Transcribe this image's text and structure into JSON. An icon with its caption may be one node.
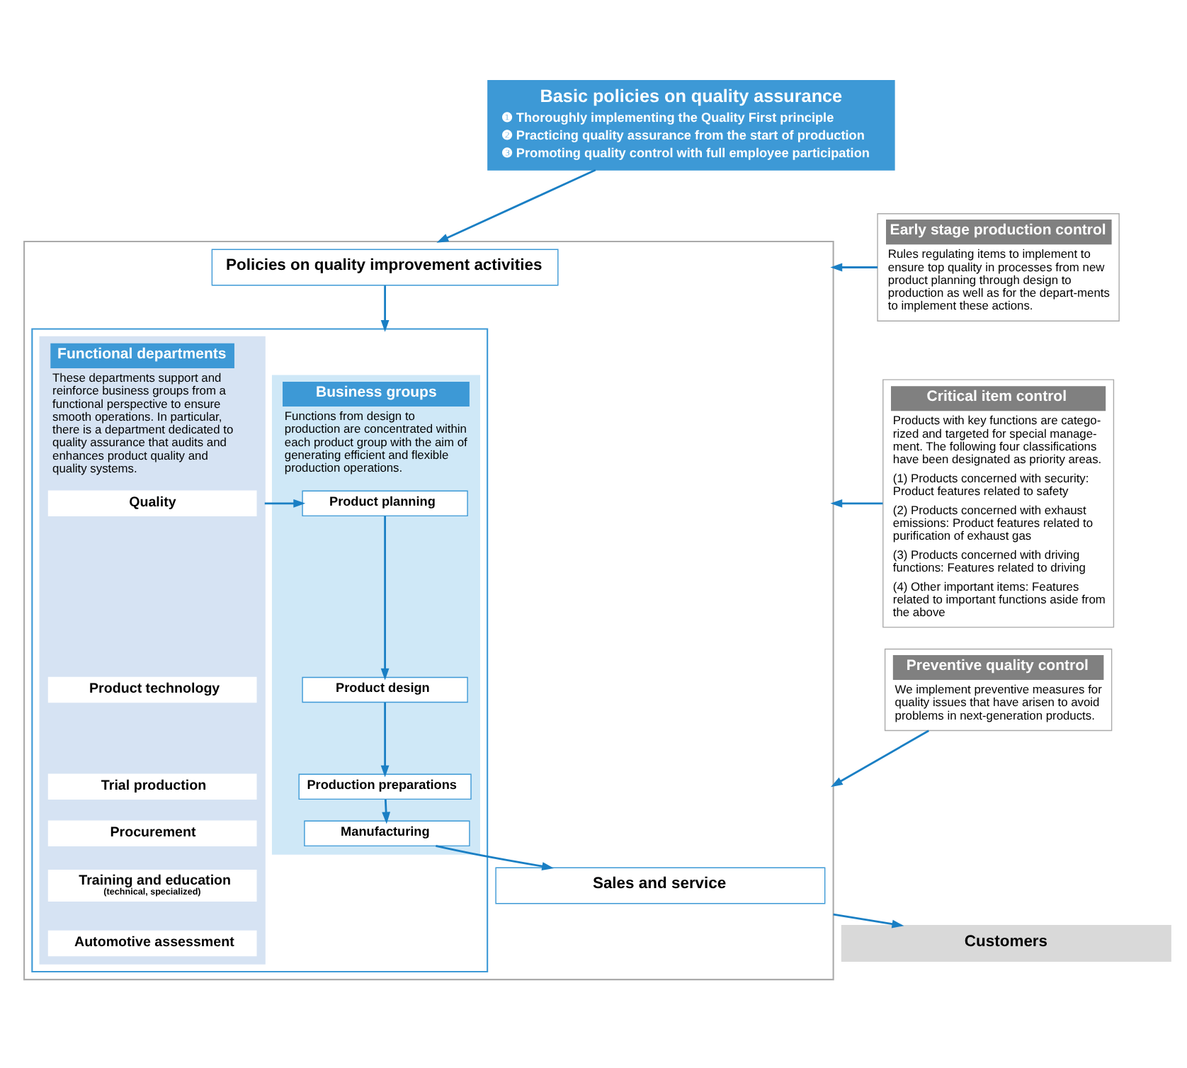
{
  "diagram": {
    "nodes": [
      {
        "text": [
          "Basic policies on quality assurance",
          "❶ Thoroughly implementing the Quality First principle",
          "❷ Practicing quality assurance from the start of production",
          "❸ Promoting quality control with full employee participation"
        ]
      },
      {
        "text": [
          "Early stage production control",
          "Rules regulating items to implement to ensure top quality in processes from new product planning through design to production as well as for the depart-ments to implement these actions."
        ]
      },
      {
        "text": [
          "Critical item control",
          "Products with key functions are catego-rized and targeted for special manage-ment. The following four classifications have been designated as priority areas.",
          "(1) Products concerned with security: Product features related to safety",
          "(2) Products concerned with exhaust emissions: Product features related to purification of exhaust gas",
          "(3) Products concerned with driving functions: Features related to driving",
          "(4) Other important items: Features related to important functions aside from the above"
        ]
      },
      {
        "text": [
          "Preventive quality control",
          "We implement preventive measures for quality issues that have arisen to avoid problems in next-generation products."
        ]
      },
      {
        "text": [],
        "shape": "box"
      },
      {
        "text": [
          "Policies on quality improvement activities"
        ],
        "in": 4
      },
      {
        "text": [],
        "shape": "box",
        "in": 4
      },
      {
        "text": [
          "Business groups",
          "Functions from design to production are concentrated within each product group with the aim of generating efficient and flexible production operations."
        ],
        "in": 6
      },
      {
        "text": [
          "Product planning"
        ],
        "in": 7
      },
      {
        "text": [
          "Product design"
        ],
        "in": 7
      },
      {
        "text": [
          "Production preparations"
        ],
        "in": 7
      },
      {
        "text": [
          "Manufacturing"
        ],
        "in": 7
      },
      {
        "text": [
          "Functional departments",
          "These departments support and reinforce business groups from a functional perspective to ensure smooth operations. In particular, there is a department dedicated to quality assurance that audits and enhances product quality and quality systems."
        ],
        "in": 6
      },
      {
        "text": [
          "Quality"
        ],
        "in": 12
      },
      {
        "text": [
          "Product technology"
        ],
        "in": 12
      },
      {
        "text": [
          "Trial production"
        ],
        "in": 12
      },
      {
        "text": [
          "Procurement"
        ],
        "in": 12
      },
      {
        "text": [
          "Training and education",
          "(technical, specialized)"
        ],
        "in": 12
      },
      {
        "text": [
          "Automotive assessment"
        ],
        "in": 12
      },
      {
        "text": [
          "Sales and service"
        ],
        "in": 4
      },
      {
        "text": [
          "Customers"
        ]
      }
    ],
    "edges": [
      {
        "from": 0,
        "to": 4,
        "arrow": "to"
      },
      {
        "from": 1,
        "to": 4,
        "arrow": "to"
      },
      {
        "from": 2,
        "to": 4,
        "arrow": "to"
      },
      {
        "from": 3,
        "to": 4,
        "arrow": "to"
      },
      {
        "from": 5,
        "to": 6,
        "arrow": "to"
      },
      {
        "from": 12,
        "to": 8,
        "arrow": "to"
      },
      {
        "from": 8,
        "to": 9,
        "arrow": "to"
      },
      {
        "from": 9,
        "to": 10,
        "arrow": "to"
      },
      {
        "from": 10,
        "to": 11,
        "arrow": "to"
      },
      {
        "from": 11,
        "to": 19,
        "arrow": "to"
      },
      {
        "from": 4,
        "to": 20,
        "arrow": "to"
      }
    ]
  }
}
